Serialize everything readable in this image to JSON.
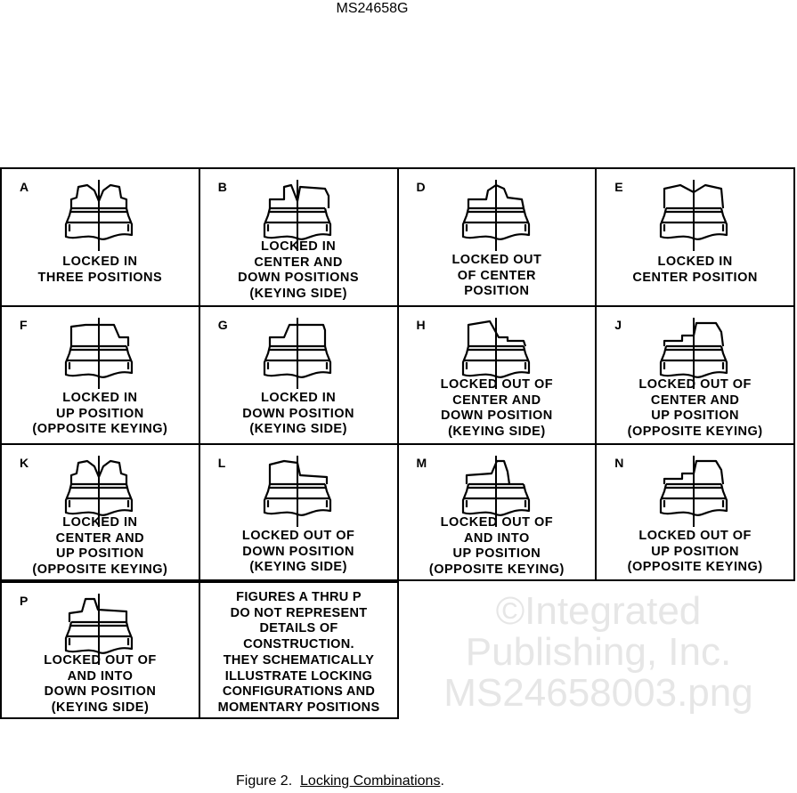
{
  "header": {
    "doc_number": "MS24658G"
  },
  "cells": [
    {
      "letter": "A",
      "variant": "three",
      "lines": [
        "LOCKED IN",
        "THREE POSITIONS"
      ]
    },
    {
      "letter": "B",
      "variant": "right-high",
      "lines": [
        "LOCKED IN",
        "CENTER AND",
        "DOWN POSITIONS",
        "(KEYING SIDE)"
      ]
    },
    {
      "letter": "D",
      "variant": "center-out",
      "lines": [
        "LOCKED OUT",
        "OF CENTER",
        "POSITION"
      ]
    },
    {
      "letter": "E",
      "variant": "v-notch",
      "lines": [
        "LOCKED IN",
        "CENTER POSITION"
      ]
    },
    {
      "letter": "F",
      "variant": "left-block",
      "lines": [
        "LOCKED IN",
        "UP POSITION",
        "(OPPOSITE KEYING)"
      ]
    },
    {
      "letter": "G",
      "variant": "right-block",
      "lines": [
        "LOCKED IN",
        "DOWN POSITION",
        "(KEYING SIDE)"
      ]
    },
    {
      "letter": "H",
      "variant": "left-slant",
      "lines": [
        "LOCKED OUT OF",
        "CENTER AND",
        "DOWN POSITION",
        "(KEYING SIDE)"
      ]
    },
    {
      "letter": "J",
      "variant": "right-slant",
      "lines": [
        "LOCKED OUT OF",
        "CENTER AND",
        "UP POSITION",
        "(OPPOSITE KEYING)"
      ]
    },
    {
      "letter": "K",
      "variant": "three",
      "lines": [
        "LOCKED IN",
        "CENTER AND",
        "UP POSITION",
        "(OPPOSITE KEYING)"
      ]
    },
    {
      "letter": "L",
      "variant": "left-low",
      "lines": [
        "LOCKED OUT OF",
        "DOWN POSITION",
        "(KEYING SIDE)"
      ]
    },
    {
      "letter": "M",
      "variant": "narrow-right",
      "lines": [
        "LOCKED OUT OF",
        "AND INTO",
        "UP POSITION",
        "(OPPOSITE KEYING)"
      ]
    },
    {
      "letter": "N",
      "variant": "right-slant",
      "lines": [
        "LOCKED OUT OF",
        "UP POSITION",
        "(OPPOSITE KEYING)"
      ]
    },
    {
      "letter": "P",
      "variant": "narrow-left",
      "lines": [
        "LOCKED OUT OF",
        "AND INTO",
        "DOWN POSITION",
        "(KEYING SIDE)"
      ]
    }
  ],
  "note": [
    "FIGURES A THRU P",
    "DO NOT REPRESENT",
    "DETAILS OF",
    "CONSTRUCTION.",
    "THEY SCHEMATICALLY",
    "ILLUSTRATE LOCKING",
    "CONFIGURATIONS AND",
    "MOMENTARY POSITIONS"
  ],
  "watermark": [
    "©Integrated",
    "Publishing, Inc.",
    "MS24658003.png"
  ],
  "footer": {
    "prefix": "Figure 2.",
    "title": "Locking Combinations",
    "suffix": "."
  }
}
